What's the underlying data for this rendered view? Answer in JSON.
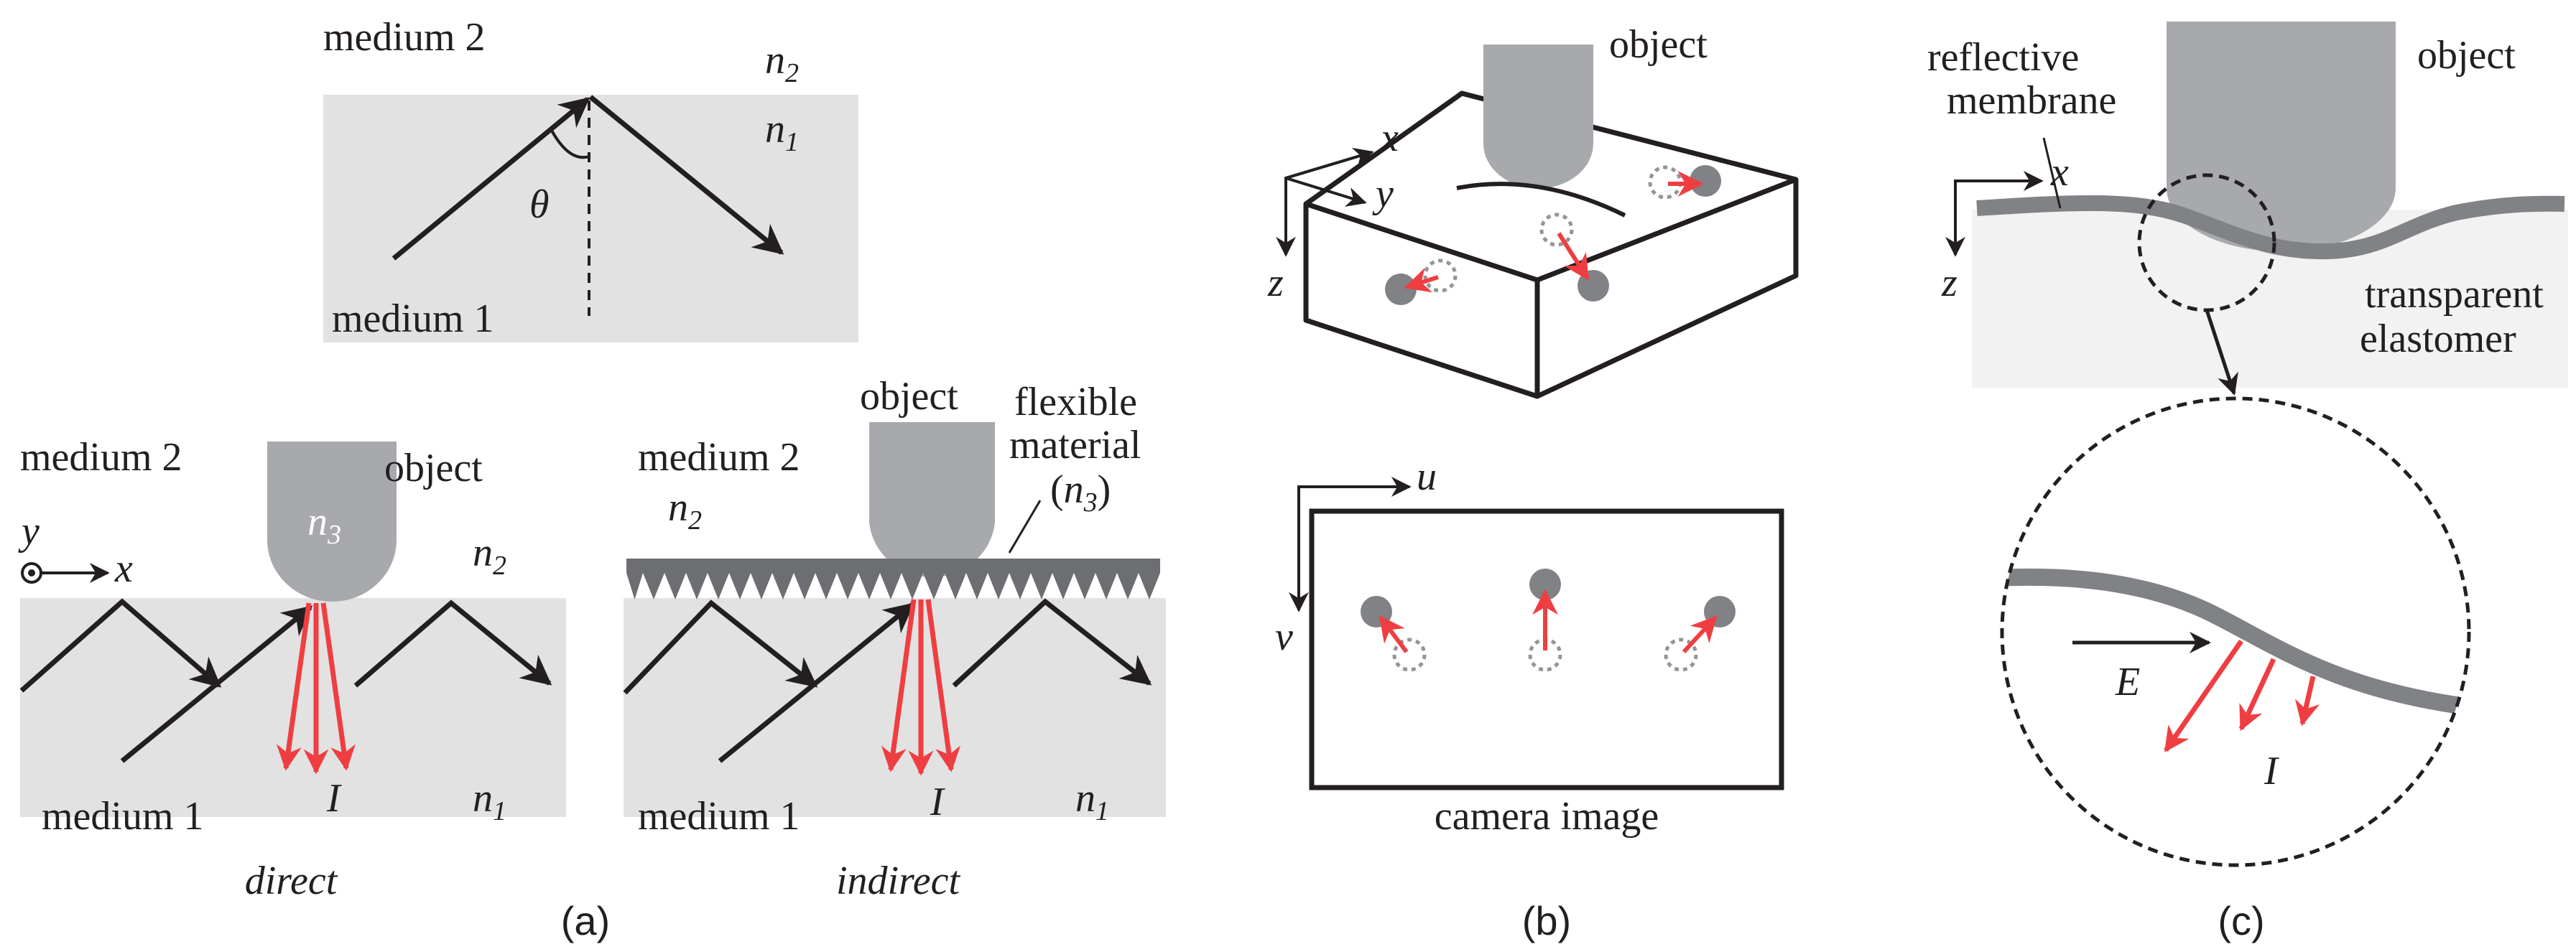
{
  "panel_a": {
    "caption": "(a)",
    "top": {
      "medium2": "medium 2",
      "medium1": "medium 1",
      "n2": "n",
      "n2_sub": "2",
      "n1": "n",
      "n1_sub": "1",
      "theta": "θ"
    },
    "direct": {
      "medium2": "medium 2",
      "medium1": "medium 1",
      "object": "object",
      "n3": "n",
      "n3_sub": "3",
      "n2": "n",
      "n2_sub": "2",
      "n1": "n",
      "n1_sub": "1",
      "axis_y": "y",
      "axis_x": "x",
      "intensity": "I",
      "label": "direct"
    },
    "indirect": {
      "medium2": "medium 2",
      "medium1": "medium 1",
      "object": "object",
      "flexible_line1": "flexible",
      "flexible_line2": "material",
      "n3_open": "(",
      "n3": "n",
      "n3_sub": "3",
      "n3_close": ")",
      "n2": "n",
      "n2_sub": "2",
      "n1": "n",
      "n1_sub": "1",
      "intensity": "I",
      "label": "indirect"
    }
  },
  "panel_b": {
    "caption": "(b)",
    "object": "object",
    "axis_x": "x",
    "axis_y": "y",
    "axis_z": "z",
    "axis_u": "u",
    "axis_v": "v",
    "camera_label": "camera image"
  },
  "panel_c": {
    "caption": "(c)",
    "object": "object",
    "membrane_line1": "reflective",
    "membrane_line2": "membrane",
    "axis_x": "x",
    "axis_z": "z",
    "elastomer_line1": "transparent",
    "elastomer_line2": "elastomer",
    "field": "E",
    "intensity": "I"
  },
  "colors": {
    "medium_gray": "#e2e2e2",
    "object_gray": "#a7a9ac",
    "dark_gray": "#6d6e71",
    "ray_black": "#231f20",
    "arrow_red": "#ef3e42",
    "elastomer": "#f1f2f1"
  }
}
